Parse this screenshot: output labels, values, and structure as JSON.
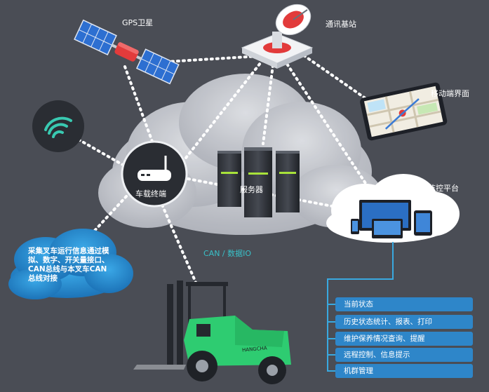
{
  "nodes": {
    "gps": "GPS卫星",
    "base_station": "通讯基站",
    "mobile": "移动端界面",
    "terminal": "车载终端",
    "server": "服务器",
    "monitor": "监控平台",
    "can_link": "CAN / 数据IO"
  },
  "info_cloud": "采集叉车运行信息通过模拟、数字、开关量接口、CAN总线与本叉车CAN总线对接",
  "forklift_brand": "HANGCHA",
  "menu": [
    "当前状态",
    "历史状态统计、报表、打印",
    "维护保养情况查询、提醒",
    "远程控制、信息提示",
    "机群管理"
  ],
  "colors": {
    "background": "#4a4d55",
    "cloud": "#d9dbe0",
    "menu_bar": "#2e86c9",
    "tree_line": "#39a9e0",
    "forklift_green": "#2ecc71",
    "accent_red": "#e23b3b"
  }
}
